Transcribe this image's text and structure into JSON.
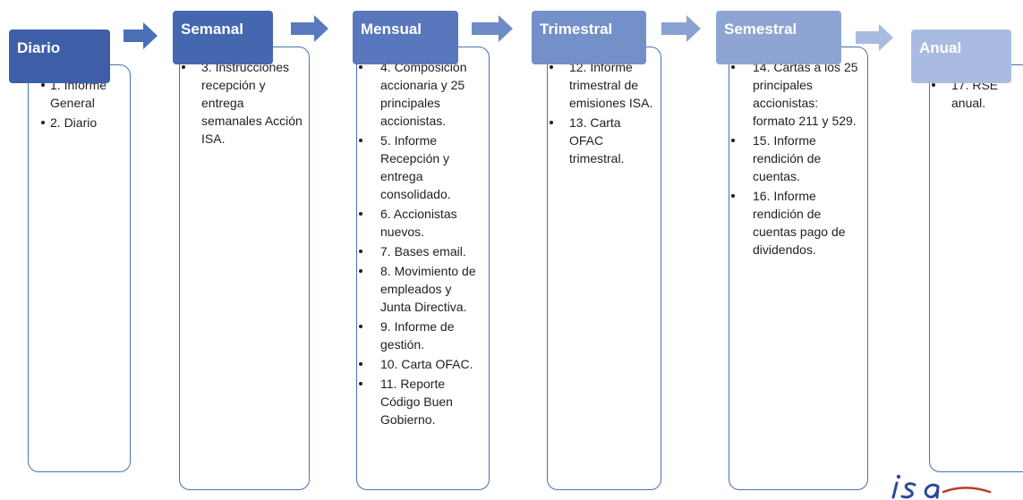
{
  "stages": [
    {
      "id": "diario",
      "title": "Diario",
      "color": "#3e5fa8",
      "items": [
        "1. Informe General",
        "2. Diario"
      ]
    },
    {
      "id": "semanal",
      "title": "Semanal",
      "color": "#4467b0",
      "items": [
        "3. Instrucciones recepción y entrega semanales Acción ISA."
      ]
    },
    {
      "id": "mensual",
      "title": "Mensual",
      "color": "#5877bc",
      "items": [
        "4. Composición accionaria y 25 principales accionistas.",
        "5. Informe Recepción y entrega consolidado.",
        "6. Accionistas nuevos.",
        "7. Bases email.",
        "8. Movimiento de empleados y Junta Directiva.",
        "9. Informe de gestión.",
        "10. Carta OFAC.",
        "11. Reporte Código Buen Gobierno."
      ]
    },
    {
      "id": "trimestral",
      "title": "Trimestral",
      "color": "#7390c8",
      "items": [
        "12. Informe trimestral de emisiones ISA.",
        "13. Carta OFAC trimestral."
      ]
    },
    {
      "id": "semestral",
      "title": "Semestral",
      "color": "#8ea5d3",
      "items": [
        "14. Cartas a los 25 principales accionistas: formato 211 y 529.",
        "15. Informe rendición de cuentas.",
        "16. Informe rendición de cuentas pago de dividendos."
      ]
    },
    {
      "id": "anual",
      "title": "Anual",
      "color": "#a9bbe0",
      "items": [
        "17. RSE anual."
      ]
    }
  ],
  "arrow_colors": [
    "#4a6fb5",
    "#5a79bd",
    "#6e8bc7",
    "#8aa2d2",
    "#a9bbe0"
  ],
  "logo": {
    "text": "isa",
    "color": "#2b4a9a",
    "accent": "#c0392b"
  }
}
